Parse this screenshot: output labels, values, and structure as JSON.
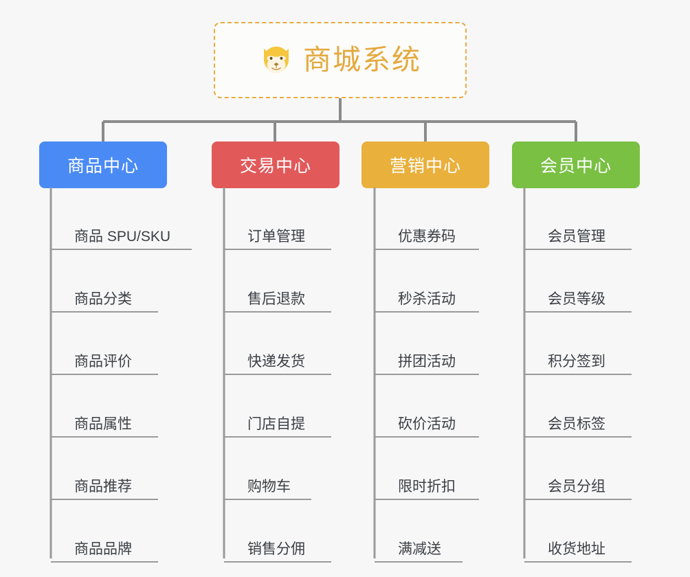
{
  "diagram": {
    "type": "org-chart",
    "title": "商城系统",
    "background_color": "#f7f7f7",
    "root": {
      "label": "商城系统",
      "icon": "shiba-dog-face-icon",
      "text_color": "#e4a93e",
      "border_color": "#e8ab3f",
      "border_style": "dashed",
      "fill_color": "#fcfcfa"
    },
    "connector_color": "#8a8a8a",
    "leaf_line_color": "#9a9a9a",
    "leaf_text_color": "#3b3f45",
    "branches": [
      {
        "label": "商品中心",
        "color": "#4a8af4",
        "text_color": "#ffffff",
        "items": [
          "商品 SPU/SKU",
          "商品分类",
          "商品评价",
          "商品属性",
          "商品推荐",
          "商品品牌"
        ]
      },
      {
        "label": "交易中心",
        "color": "#e2595a",
        "text_color": "#ffffff",
        "items": [
          "订单管理",
          "售后退款",
          "快递发货",
          "门店自提",
          "购物车",
          "销售分佣"
        ]
      },
      {
        "label": "营销中心",
        "color": "#eab03c",
        "text_color": "#ffffff",
        "items": [
          "优惠券码",
          "秒杀活动",
          "拼团活动",
          "砍价活动",
          "限时折扣",
          "满减送"
        ]
      },
      {
        "label": "会员中心",
        "color": "#79c043",
        "text_color": "#ffffff",
        "items": [
          "会员管理",
          "会员等级",
          "积分签到",
          "会员标签",
          "会员分组",
          "收货地址"
        ]
      }
    ]
  }
}
